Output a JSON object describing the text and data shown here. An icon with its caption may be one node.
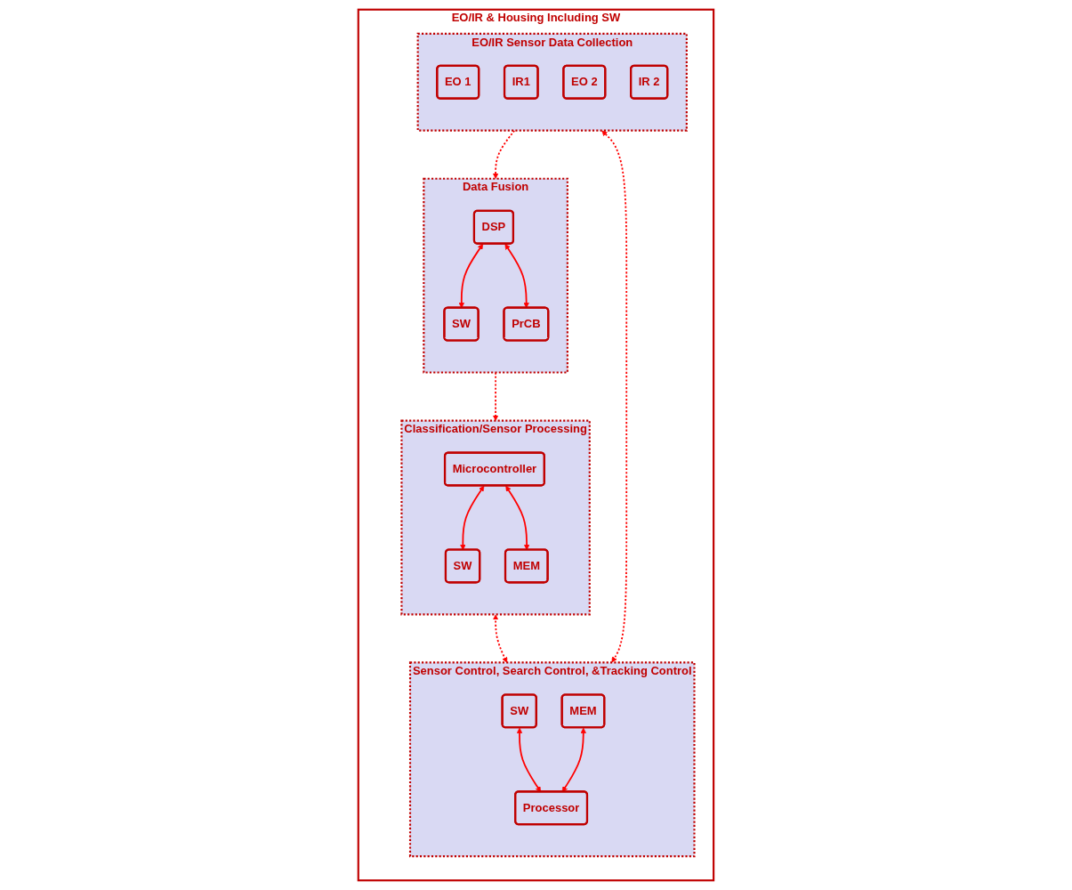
{
  "diagram": {
    "nodes": [
      {
        "text": [
          "EO/IR & Housing Including SW"
        ]
      },
      {
        "text": [
          "Classification/Sensor Processing"
        ],
        "in": 0
      },
      {
        "text": [
          "Microcontroller"
        ],
        "in": 1
      },
      {
        "text": [
          "SW"
        ],
        "in": 1
      },
      {
        "text": [
          "MEM"
        ],
        "in": 1
      },
      {
        "text": [
          "Data Fusion"
        ],
        "in": 0
      },
      {
        "text": [
          "DSP"
        ],
        "in": 5
      },
      {
        "text": [
          "SW"
        ],
        "in": 5
      },
      {
        "text": [
          "PrCB"
        ],
        "in": 5
      },
      {
        "text": [
          "Sensor Control, Search Control, &Tracking Control"
        ],
        "in": 0
      },
      {
        "text": [
          "SW"
        ],
        "in": 9
      },
      {
        "text": [
          "MEM"
        ],
        "in": 9
      },
      {
        "text": [
          "Processor"
        ],
        "in": 9
      },
      {
        "text": [
          "EO/IR Sensor Data Collection"
        ],
        "in": 0
      },
      {
        "text": [
          "EO 1"
        ],
        "in": 13
      },
      {
        "text": [
          "IR1"
        ],
        "in": 13
      },
      {
        "text": [
          "EO 2"
        ],
        "in": 13
      },
      {
        "text": [
          "IR 2"
        ],
        "in": 13
      }
    ],
    "edges": [
      {
        "from": 2,
        "to": 3,
        "arrow": "both"
      },
      {
        "from": 2,
        "to": 4,
        "arrow": "both"
      },
      {
        "from": 1,
        "to": 9,
        "arrow": "both",
        "style": "dashed"
      },
      {
        "from": 5,
        "to": 1,
        "arrow": "to",
        "style": "dashed"
      },
      {
        "from": 6,
        "to": 7,
        "arrow": "both"
      },
      {
        "from": 6,
        "to": 8,
        "arrow": "both"
      },
      {
        "from": 10,
        "to": 12,
        "arrow": "both"
      },
      {
        "from": 11,
        "to": 12,
        "arrow": "both"
      },
      {
        "from": 9,
        "to": 13,
        "arrow": "both",
        "style": "dashed"
      },
      {
        "from": 13,
        "to": 5,
        "arrow": "to",
        "style": "dashed"
      }
    ]
  }
}
